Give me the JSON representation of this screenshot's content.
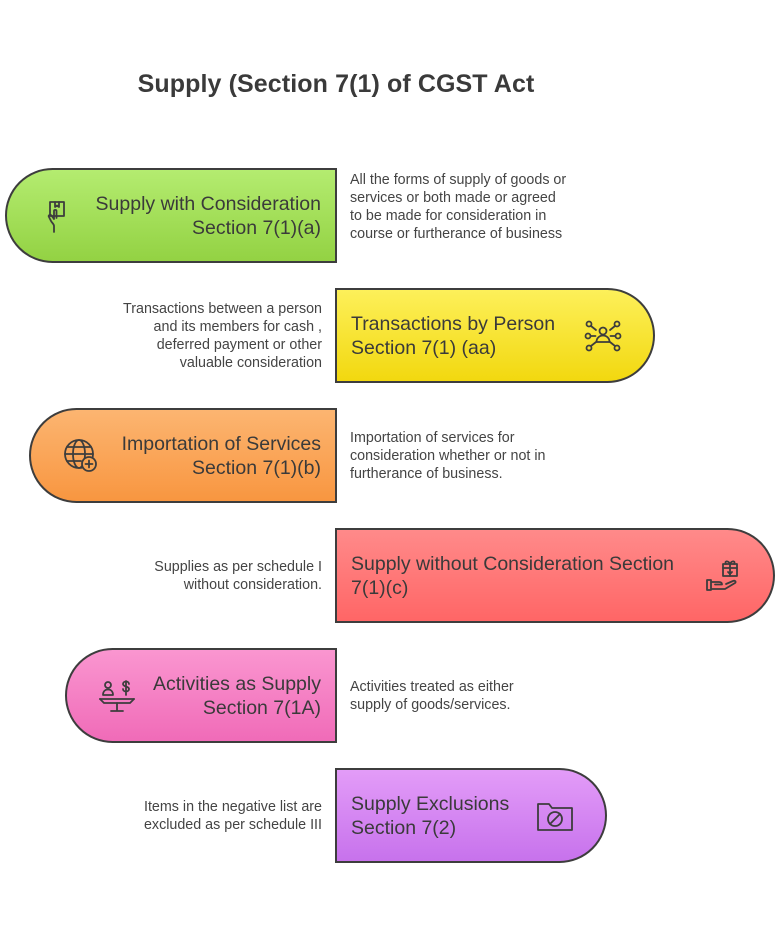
{
  "title": "Supply (Section 7(1) of CGST Act",
  "items": [
    {
      "label": "Supply with Consideration Section 7(1)(a)",
      "description": "All the forms of supply of goods or services or both made or agreed to be made for consideration in course or furtherance of business",
      "color": "#a5e05a",
      "icon": "hand-holding-box-icon"
    },
    {
      "label": "Transactions by Person Section 7(1) (aa)",
      "description": "Transactions between a person and its members for cash , deferred payment or other valuable consideration",
      "color": "#f9e531",
      "icon": "network-person-icon"
    },
    {
      "label": "Importation of Services Section 7(1)(b)",
      "description": "Importation of services for consideration  whether or not in furtherance of business.",
      "color": "#fba55c",
      "icon": "globe-plus-icon"
    },
    {
      "label": "Supply without Consideration Section 7(1)(c)",
      "description": "Supplies as per schedule I without consideration.",
      "color": "#ff7a7a",
      "icon": "hand-gift-icon"
    },
    {
      "label": "Activities as Supply Section 7(1A)",
      "description": "Activities treated as either supply of goods/services.",
      "color": "#f77fc6",
      "icon": "scale-person-dollar-icon"
    },
    {
      "label": "Supply Exclusions Section 7(2)",
      "description": "Items in the negative list are excluded as per schedule III",
      "color": "#d58cf2",
      "icon": "folder-forbidden-icon"
    }
  ]
}
